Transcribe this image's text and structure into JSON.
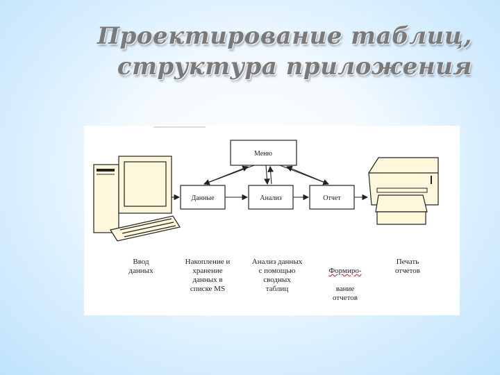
{
  "title": {
    "line1": "Проектирование таблиц,",
    "line2": "структура приложения"
  },
  "diagram": {
    "boxes": {
      "menu": "Меню",
      "data": "Данные",
      "analysis": "Анализ",
      "report": "Отчет"
    },
    "captions": {
      "input": "Ввод\nданных",
      "storage": "Накопление и\nхранение\nданных в\nсписке MS",
      "analysis": "Анализ данных\nс помощью\nсводных\nтаблиц",
      "formation_part1": "Формиро-",
      "formation_part2": "вание\nотчетов",
      "print": "Печать\nотчетов"
    },
    "icons": [
      "computer-icon",
      "printer-icon"
    ]
  }
}
